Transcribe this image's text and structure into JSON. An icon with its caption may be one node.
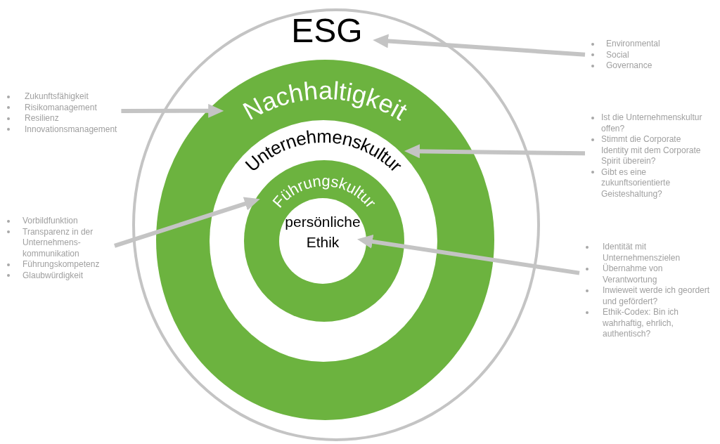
{
  "diagram": {
    "nodes": [
      {
        "text": [
          "ESG"
        ]
      },
      {
        "text": [
          "Nachhaltigkeit"
        ],
        "in": 0
      },
      {
        "text": [
          "Unternehmenskultur"
        ],
        "in": 1
      },
      {
        "text": [
          "Führungskultur"
        ],
        "in": 2
      },
      {
        "text": [
          "persönliche Ethik"
        ],
        "in": 3
      },
      {
        "text": [
          "Environmental",
          "Social",
          "Governance"
        ]
      },
      {
        "text": [
          "Zukunftsfähigkeit",
          "Risikomanagement",
          "Resilienz",
          "Innovationsmanagement"
        ]
      },
      {
        "text": [
          "Ist die Unternehmenskultur offen?",
          "Stimmt die Corporate Identity mit dem Corporate Spirit überein?",
          "Gibt es eine zukunftsorientierte Geisteshaltung?"
        ]
      },
      {
        "text": [
          "Vorbildfunktion",
          "Transparenz in der Unternehmens- kommunikation",
          "Führungskompetenz",
          "Glaubwürdigkeit"
        ]
      },
      {
        "text": [
          "Identität mit Unternehmenszielen",
          "Übernahme von Verantwortung",
          "Inwieweit werde ich geordert und gefördert?",
          "Ethik-Codex: Bin ich wahrhaftig, ehrlich, authentisch?"
        ]
      }
    ],
    "edges": [
      {
        "from": 5,
        "to": 0,
        "arrow": "to"
      },
      {
        "from": 6,
        "to": 1,
        "arrow": "to"
      },
      {
        "from": 7,
        "to": 2,
        "arrow": "to"
      },
      {
        "from": 8,
        "to": 3,
        "arrow": "to"
      },
      {
        "from": 9,
        "to": 4,
        "arrow": "to"
      }
    ]
  }
}
